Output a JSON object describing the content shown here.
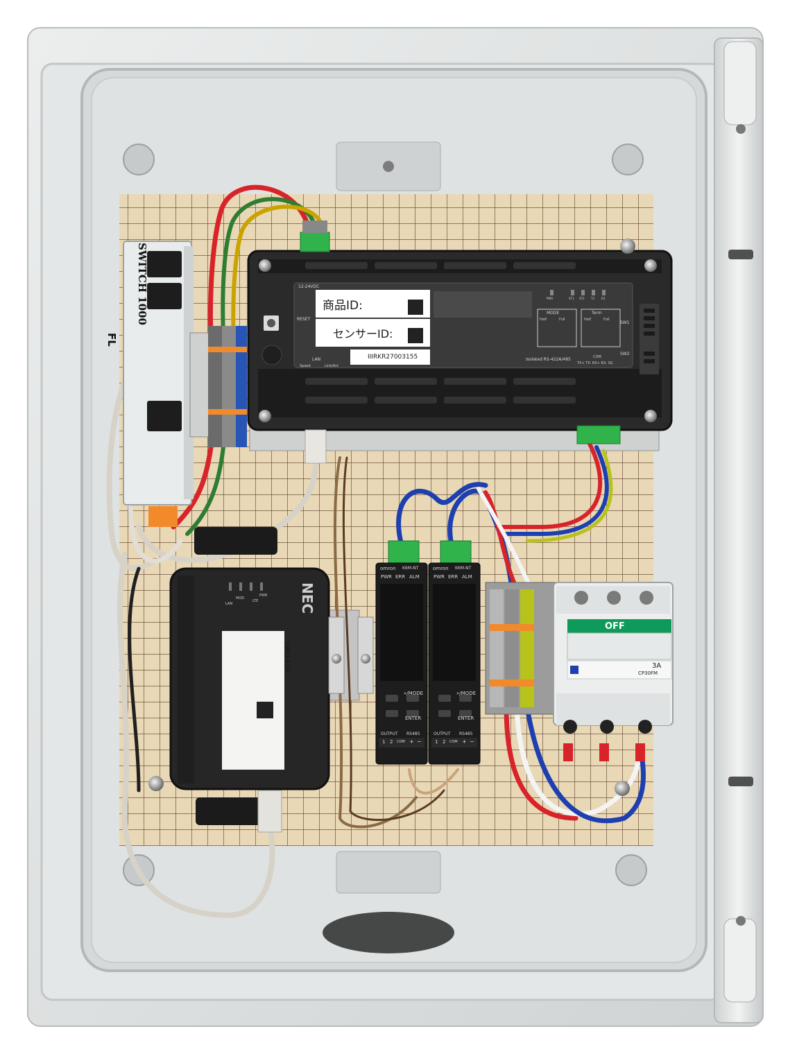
{
  "switch_hub": {
    "brand": "FL",
    "model": "SWITCH 1000"
  },
  "gateway": {
    "power_label": "12-24VDC",
    "reset_label": "RESET",
    "lan_label": "LAN",
    "lan_sub_left": "Speed",
    "lan_sub_right": "Link/Act",
    "product_id_label": "商品ID:",
    "sensor_id_label": "センサーID:",
    "serial": "IIIRKR27003155",
    "interface_label": "Isolated RS-422A/485",
    "mode_title": "MODE",
    "mode_half": "Half",
    "mode_full": "Full",
    "term_title": "Term",
    "term_half": "Half",
    "term_full": "Full",
    "sw1": "SW1",
    "sw2": "SW2",
    "com_title": "COM",
    "com_pins": "TX+  TX-  RX+  RX-  SG",
    "led_labels": [
      "PWR",
      "ST1",
      "ST2",
      "T3",
      "R3"
    ]
  },
  "router": {
    "brand": "NEC",
    "leds": [
      "PWR",
      "LTE",
      "MOD",
      "LAN"
    ],
    "model": "UM340R"
  },
  "transducers": [
    {
      "brand": "omron",
      "model": "K6M-NT",
      "led_labels": [
        "PWR",
        "ERR",
        "ALM"
      ],
      "mode_label": "»/MODE",
      "enter_label": "ENTER",
      "output_label": "OUTPUT",
      "rs485_label": "RS485",
      "terminals": [
        "1",
        "2",
        "COM",
        "+",
        "−"
      ]
    },
    {
      "brand": "omron",
      "model": "K6M-NT",
      "led_labels": [
        "PWR",
        "ERR",
        "ALM"
      ],
      "mode_label": "»/MODE",
      "enter_label": "ENTER",
      "output_label": "OUTPUT",
      "rs485_label": "RS485",
      "terminals": [
        "1",
        "2",
        "COM",
        "+",
        "−"
      ]
    }
  ],
  "breaker": {
    "state_label": "OFF",
    "rating": "3A",
    "model": "CP30FM"
  },
  "colors": {
    "enclosure": "#d9dcdc",
    "backplate": "#e9d8b6",
    "grid": "#5b3b2c",
    "device_body": "#2a2a2a",
    "terminal_green": "#2fb34a",
    "breaker_green": "#0d9a5a",
    "wire_red": "#d8232a",
    "wire_blue": "#1d3fb0",
    "wire_yellow_green": "#b7c21b"
  }
}
